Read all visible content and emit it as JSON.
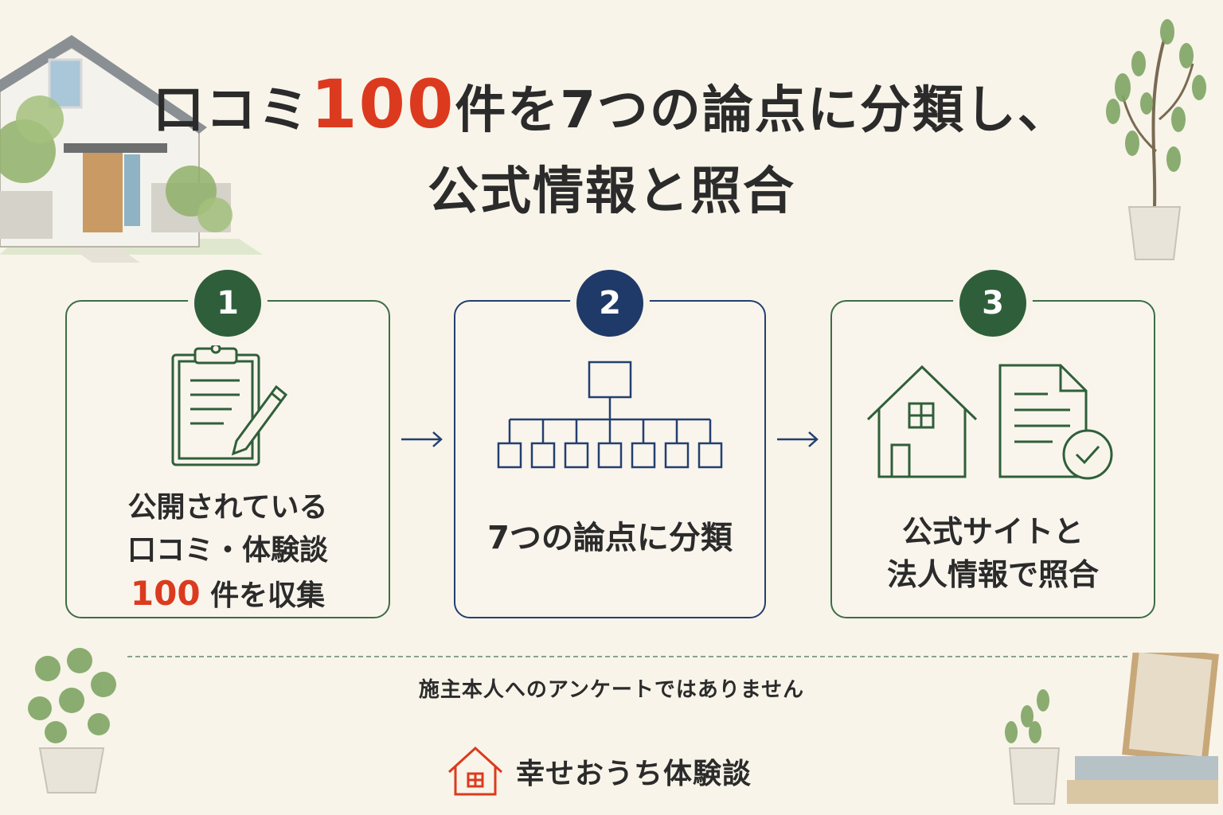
{
  "title": {
    "line1_prefix": "口コミ",
    "line1_number": "100",
    "line1_suffix": "件を7つの論点に分類し、",
    "line2": "公式情報と照合"
  },
  "steps": [
    {
      "number": "1",
      "lines": [
        "公開されている",
        "口コミ・体験談"
      ],
      "highlight_number": "100",
      "highlight_rest": " 件を収集",
      "icon": "clipboard-pencil-icon"
    },
    {
      "number": "2",
      "lines": [
        "7つの論点に分類"
      ],
      "icon": "hierarchy-tree-icon"
    },
    {
      "number": "3",
      "lines": [
        "公式サイトと",
        "法人情報で照合"
      ],
      "icon": "house-document-check-icon"
    }
  ],
  "note": "施主本人へのアンケートではありません",
  "brand": {
    "name": "幸せおうち体験談",
    "icon": "house-logo-icon"
  },
  "colors": {
    "background": "#f8f4e9",
    "green": "#2f5f3a",
    "navy": "#1f3a68",
    "red": "#dc3a1e",
    "text": "#2b2b2b"
  }
}
